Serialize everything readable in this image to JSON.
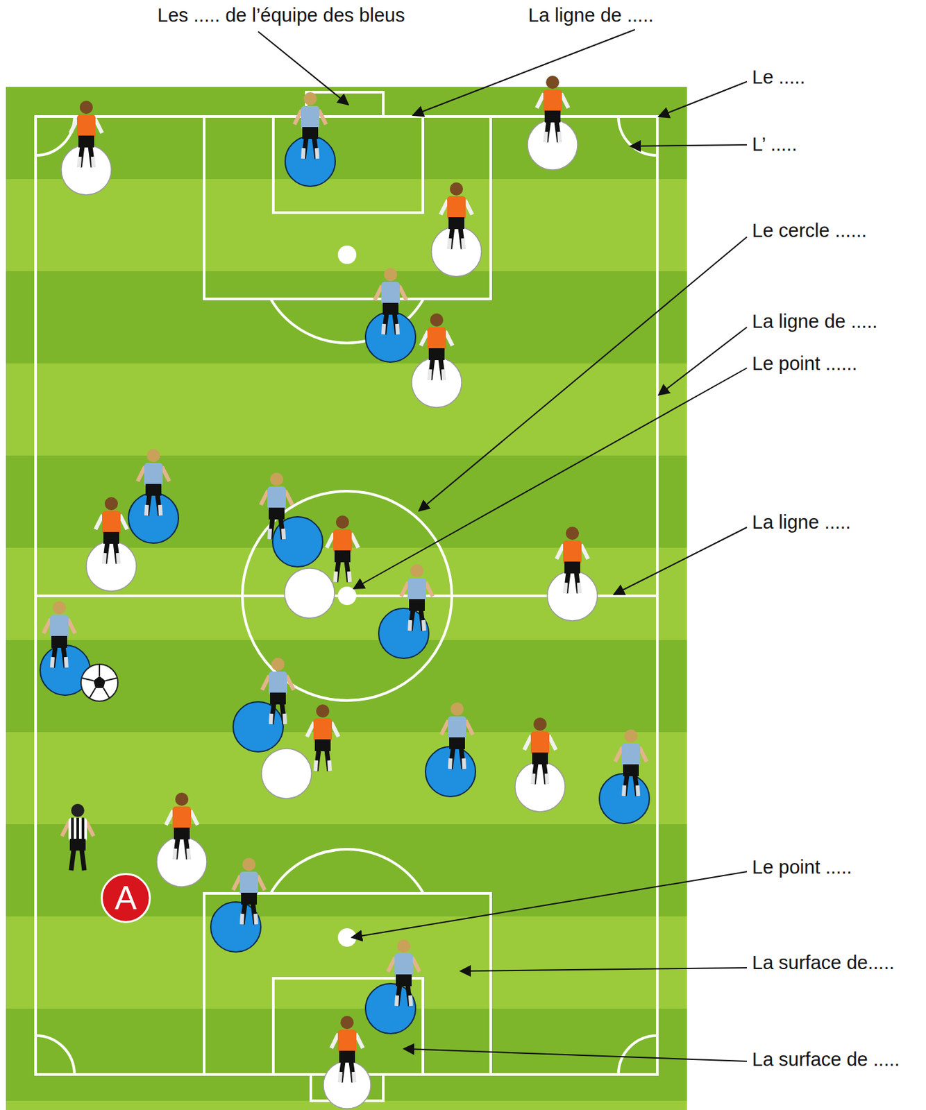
{
  "diagram": {
    "nodes": [
      {
        "text": [
          "A"
        ]
      }
    ],
    "labels": [
      "Les ..... de l’équipe des bleus",
      "La ligne de .....",
      "Le .....",
      "L’ .....",
      "Le cercle ......",
      "La ligne de .....",
      "Le point ......",
      "La ligne .....",
      "Le point .....",
      "La surface de.....",
      "La surface de ....."
    ]
  }
}
